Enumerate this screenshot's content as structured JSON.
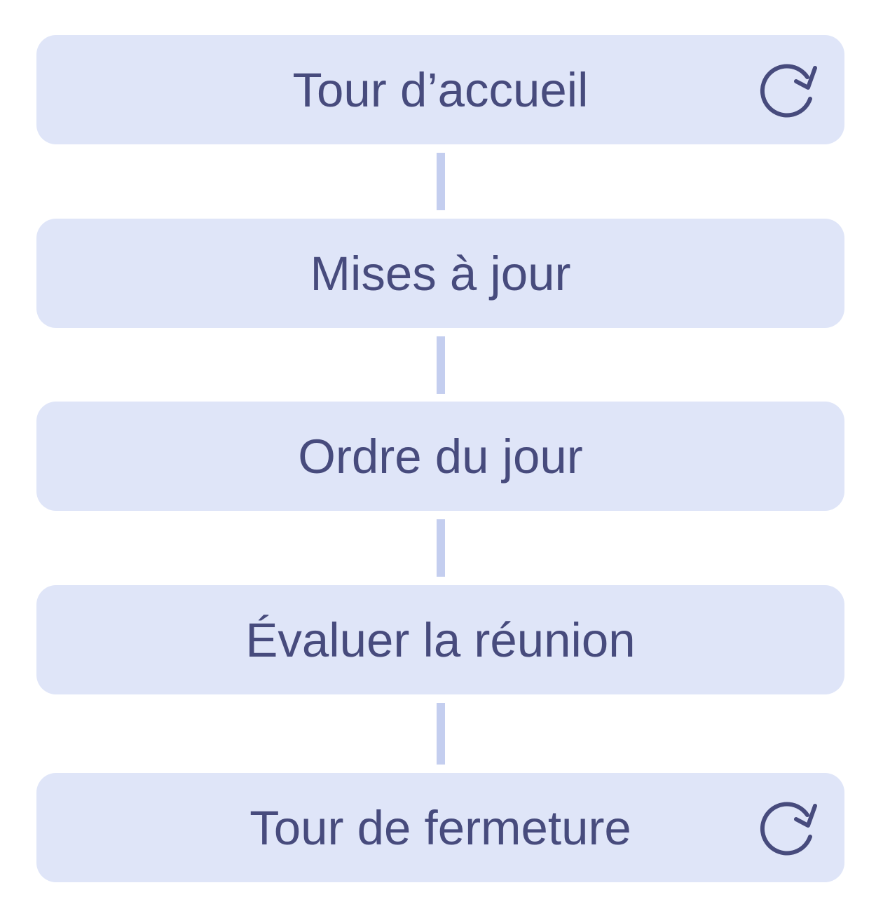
{
  "colors": {
    "step_fill": "#dfe5f8",
    "text": "#474b7d",
    "connector": "#c4ceef"
  },
  "steps": [
    {
      "label": "Tour d’accueil",
      "icon": "refresh-icon"
    },
    {
      "label": "Mises à jour",
      "icon": ""
    },
    {
      "label": "Ordre du jour",
      "icon": ""
    },
    {
      "label": "Évaluer la réunion",
      "icon": ""
    },
    {
      "label": "Tour de fermeture",
      "icon": "refresh-icon"
    }
  ]
}
